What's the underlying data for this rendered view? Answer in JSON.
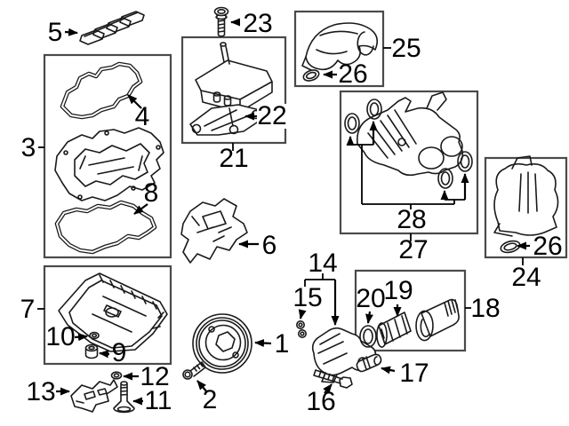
{
  "colors": {
    "background": "#ffffff",
    "line_art": "#1a1a1a",
    "group_box_border": "#4a4a4a",
    "callout_text": "#000000"
  },
  "callouts": {
    "c1": "1",
    "c2": "2",
    "c3": "3",
    "c4": "4",
    "c5": "5",
    "c6": "6",
    "c7": "7",
    "c8": "8",
    "c9": "9",
    "c10": "10",
    "c11": "11",
    "c12": "12",
    "c13": "13",
    "c14": "14",
    "c15": "15",
    "c16": "16",
    "c17": "17",
    "c18": "18",
    "c19": "19",
    "c20": "20",
    "c21": "21",
    "c22": "22",
    "c23": "23",
    "c24": "24",
    "c25": "25",
    "c26a": "26",
    "c26b": "26",
    "c27": "27",
    "c28": "28"
  }
}
